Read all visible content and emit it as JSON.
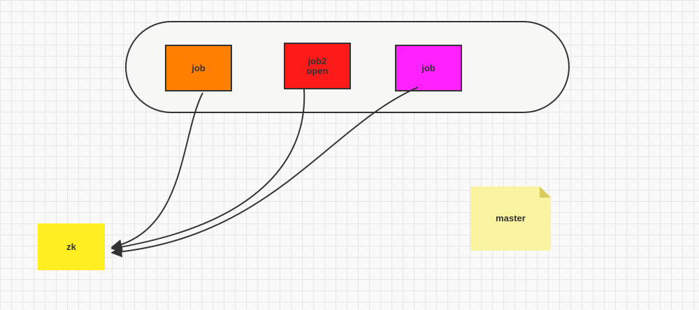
{
  "nodes": {
    "job1": {
      "label": "job"
    },
    "job2": {
      "label": "job2\nopen"
    },
    "job3": {
      "label": "job"
    },
    "zk": {
      "label": "zk"
    },
    "master": {
      "label": "master"
    }
  },
  "colors": {
    "job1": "#ff7f00",
    "job2": "#ff1a1a",
    "job3": "#ff22ff",
    "zk": "#ffee22",
    "master": "#faf3a0",
    "edge": "#333333"
  },
  "edges": [
    {
      "from": "job1",
      "to": "zk"
    },
    {
      "from": "job2",
      "to": "zk"
    },
    {
      "from": "job3",
      "to": "zk"
    }
  ]
}
